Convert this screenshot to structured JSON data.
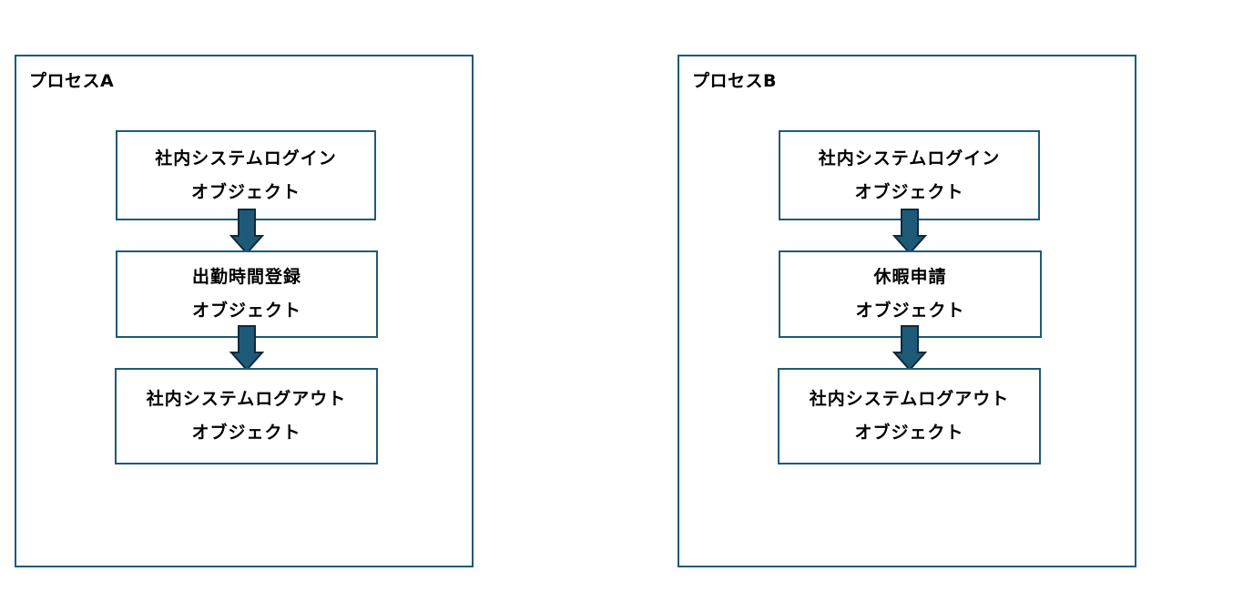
{
  "colors": {
    "border": "#1d5a78",
    "arrow_fill": "#1d5a78",
    "arrow_outline": "#0d2a3a",
    "text": "#000000",
    "background": "#ffffff"
  },
  "processes": [
    {
      "title": "プロセスA",
      "steps": [
        {
          "line1": "社内システムログイン",
          "line2": "オブジェクト"
        },
        {
          "line1": "出勤時間登録",
          "line2": "オブジェクト"
        },
        {
          "line1": "社内システムログアウト",
          "line2": "オブジェクト"
        }
      ]
    },
    {
      "title": "プロセスB",
      "steps": [
        {
          "line1": "社内システムログイン",
          "line2": "オブジェクト"
        },
        {
          "line1": "休暇申請",
          "line2": "オブジェクト"
        },
        {
          "line1": "社内システムログアウト",
          "line2": "オブジェクト"
        }
      ]
    }
  ]
}
